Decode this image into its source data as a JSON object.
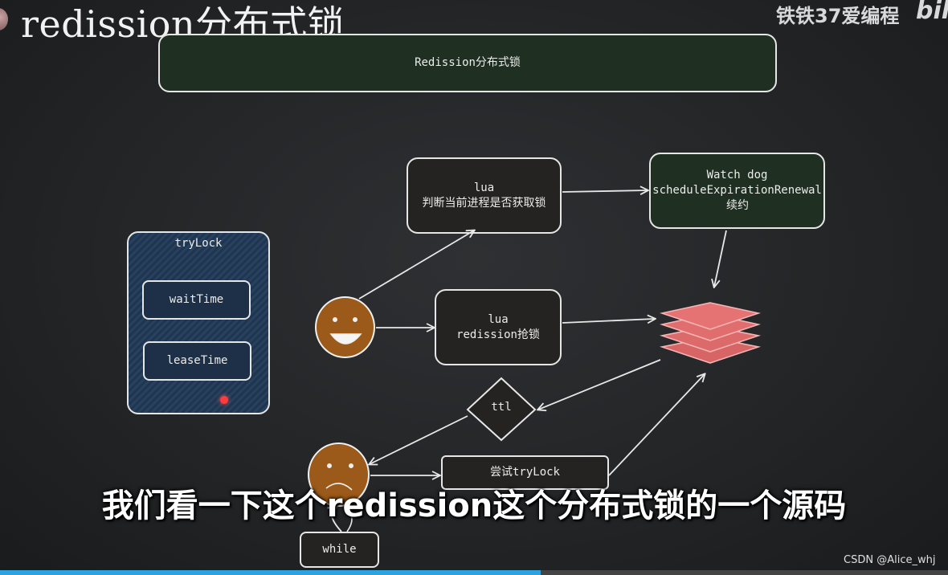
{
  "header": {
    "title": "redission分布式锁",
    "brand": "铁铁37爱编程",
    "brand_logo": "bili"
  },
  "banner": {
    "label": "Redission分布式锁"
  },
  "trylock": {
    "title": "tryLock",
    "wait_label": "waitTime",
    "lease_label": "leaseTime"
  },
  "nodes": {
    "lua_check": {
      "line1": "lua",
      "line2": "判断当前进程是否获取锁"
    },
    "watchdog": {
      "line1": "Watch dog",
      "line2": "scheduleExpirationRenewal",
      "line3": "续约"
    },
    "lua_grab": {
      "line1": "lua",
      "line2": "redission抢锁"
    },
    "ttl": {
      "label": "ttl"
    },
    "retry": {
      "label": "尝试tryLock"
    },
    "while": {
      "label": "while"
    }
  },
  "caption": "我们看一下这个redission这个分布式锁的一个源码",
  "watermark": "CSDN @Alice_whj",
  "progress": 0.57,
  "colors": {
    "redis": "#e06a6a",
    "face": "#9b5a1a",
    "green_box": "#1f2f22",
    "hatch": "#1f3550",
    "progress": "#2aa3e0"
  }
}
